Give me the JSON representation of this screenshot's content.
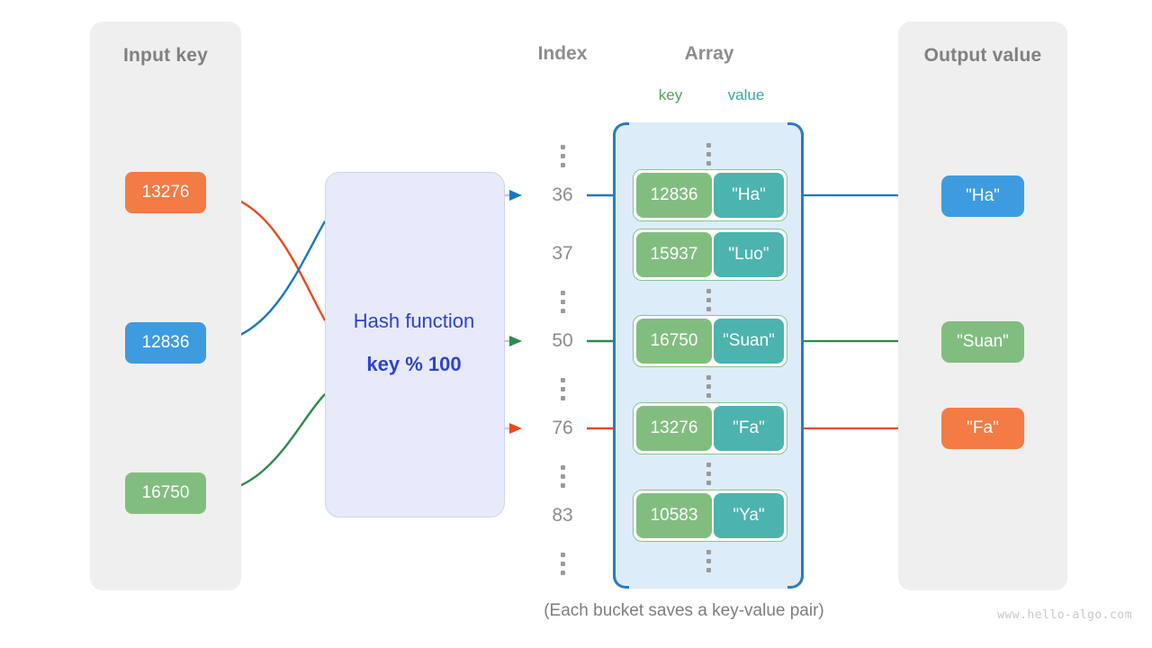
{
  "input_panel": {
    "title": "Input key",
    "keys": [
      {
        "label": "13276",
        "color": "#f47b44"
      },
      {
        "label": "12836",
        "color": "#3d9ce0"
      },
      {
        "label": "16750",
        "color": "#82bd80"
      }
    ]
  },
  "hash_function": {
    "label": "Hash function",
    "formula": "key % 100",
    "text_color": "#2f42cf",
    "fill": "#e6eafa"
  },
  "index_column": {
    "header": "Index",
    "rows": [
      "⋮",
      "36",
      "37",
      "⋮",
      "50",
      "⋮",
      "76",
      "⋮",
      "83",
      "⋮"
    ]
  },
  "array": {
    "header": "Array",
    "key_label": "key",
    "value_label": "value",
    "key_label_color": "#57a05a",
    "value_label_color": "#35a8a5",
    "fill": "#ddecf9",
    "border": "#2b7cc0",
    "buckets": [
      {
        "index": "36",
        "key": "12836",
        "value": "\"Ha\""
      },
      {
        "index": "37",
        "key": "15937",
        "value": "\"Luo\""
      },
      {
        "index": "50",
        "key": "16750",
        "value": "\"Suan\""
      },
      {
        "index": "76",
        "key": "13276",
        "value": "\"Fa\""
      },
      {
        "index": "83",
        "key": "10583",
        "value": "\"Ya\""
      }
    ]
  },
  "output_panel": {
    "title": "Output value",
    "values": [
      {
        "label": "\"Ha\"",
        "color": "#3d9ce0"
      },
      {
        "label": "\"Suan\"",
        "color": "#82bd80"
      },
      {
        "label": "\"Fa\"",
        "color": "#f47b44"
      }
    ]
  },
  "caption": "(Each bucket saves a key-value pair)",
  "watermark": "www.hello-algo.com",
  "flows": [
    {
      "key": "13276",
      "index": "76",
      "value": "\"Fa\"",
      "color": "#e8491f"
    },
    {
      "key": "12836",
      "index": "36",
      "value": "\"Ha\"",
      "color": "#1878c0"
    },
    {
      "key": "16750",
      "index": "50",
      "value": "\"Suan\"",
      "color": "#2d8a4a"
    }
  ]
}
